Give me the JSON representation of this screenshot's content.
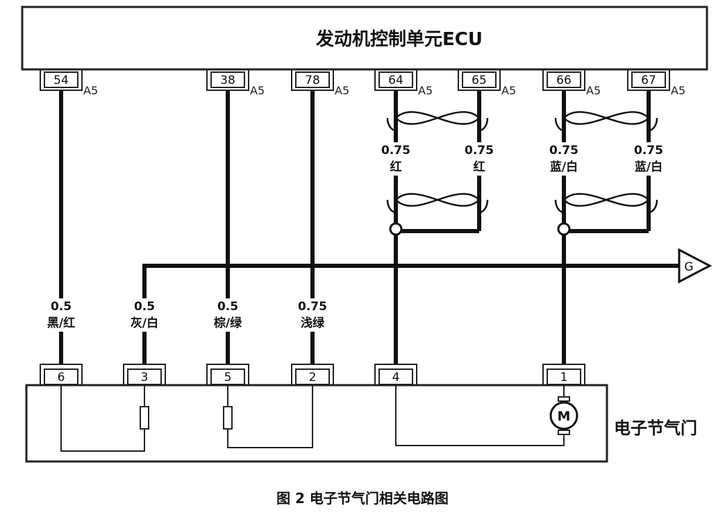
{
  "ecu": {
    "title": "发动机控制单元ECU"
  },
  "throttle": {
    "title": "电子节气门"
  },
  "ground": {
    "label": "G"
  },
  "ecu_pins": [
    {
      "num": "54",
      "conn": "A5"
    },
    {
      "num": "38",
      "conn": "A5"
    },
    {
      "num": "78",
      "conn": "A5"
    },
    {
      "num": "64",
      "conn": "A5"
    },
    {
      "num": "65",
      "conn": "A5"
    },
    {
      "num": "66",
      "conn": "A5"
    },
    {
      "num": "67",
      "conn": "A5"
    }
  ],
  "upper_wires": [
    {
      "size": "0.75",
      "color": "红"
    },
    {
      "size": "0.75",
      "color": "红"
    },
    {
      "size": "0.75",
      "color": "蓝/白"
    },
    {
      "size": "0.75",
      "color": "蓝/白"
    }
  ],
  "lower_wires": [
    {
      "size": "0.5",
      "color": "黑/红"
    },
    {
      "size": "0.5",
      "color": "灰/白"
    },
    {
      "size": "0.5",
      "color": "棕/绿"
    },
    {
      "size": "0.75",
      "color": "浅绿"
    }
  ],
  "throttle_pins": [
    "6",
    "3",
    "5",
    "2",
    "4",
    "1"
  ],
  "motor": {
    "label": "M"
  },
  "caption": "图 2  电子节气门相关电路图"
}
